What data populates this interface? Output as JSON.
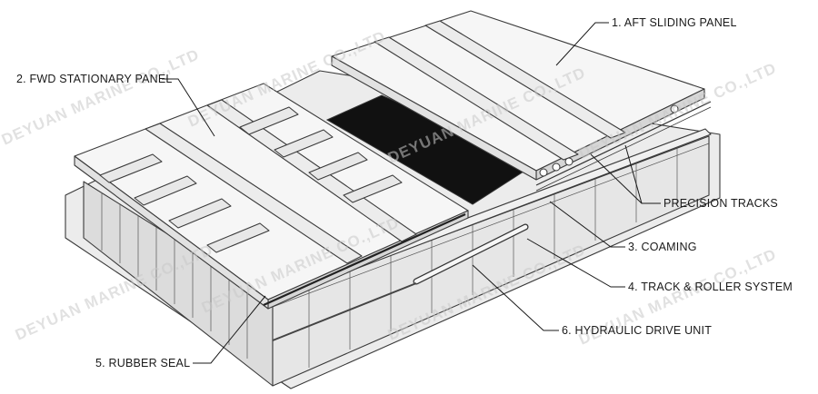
{
  "callouts": {
    "aft_sliding_panel": "1. AFT SLIDING PANEL",
    "fwd_stationary_panel": "2. FWD STATIONARY PANEL",
    "precision_tracks": "PRECISION TRACKS",
    "coaming": "3. COAMING",
    "track_roller_system": "4. TRACK & ROLLER SYSTEM",
    "rubber_seal": "5. RUBBER SEAL",
    "hydraulic_drive_unit": "6. HYDRAULIC DRIVE UNIT"
  },
  "watermark": {
    "text": "DEYUAN MARINE CO.,LTD",
    "color": "#c9c9c9"
  },
  "colors": {
    "line": "#1a1a1a",
    "panel_fill": "#f4f4f4",
    "structure_fill": "#e3e3e3",
    "opening_fill": "#111111"
  }
}
